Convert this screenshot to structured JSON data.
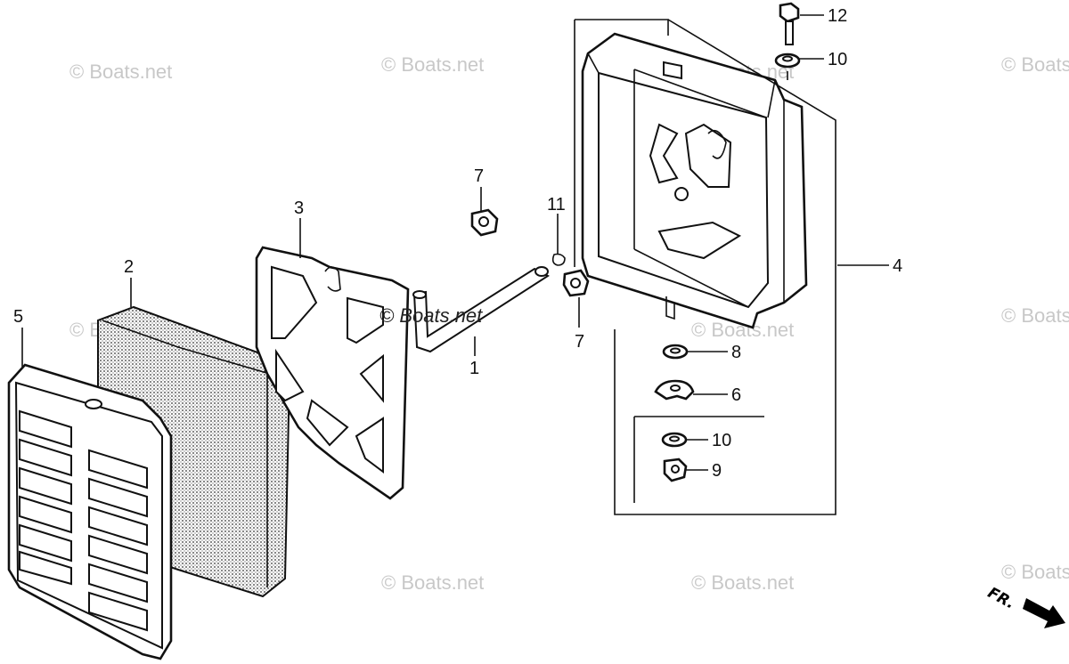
{
  "diagram": {
    "callouts": {
      "c1": "1",
      "c2": "2",
      "c3": "3",
      "c4": "4",
      "c5": "5",
      "c6": "6",
      "c7a": "7",
      "c7b": "7",
      "c8": "8",
      "c9": "9",
      "c10a": "10",
      "c10b": "10",
      "c11": "11",
      "c12": "12"
    },
    "watermark": "© Boats.net",
    "watermark_center": "© Boats.net",
    "direction_label": "FR."
  }
}
